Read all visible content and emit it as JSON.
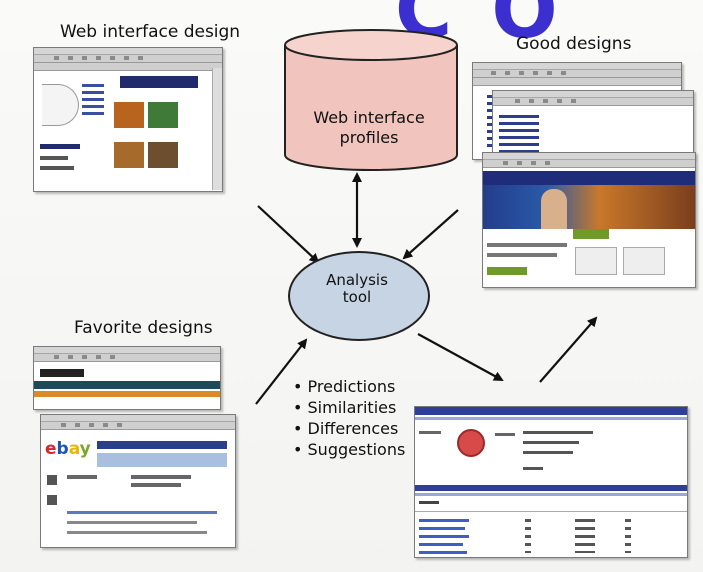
{
  "labels": {
    "web_interface_design": "Web interface design",
    "good_designs": "Good designs",
    "favorite_designs": "Favorite designs"
  },
  "profiles_db": {
    "line1": "Web interface",
    "line2": "profiles"
  },
  "analysis_tool": {
    "line1": "Analysis",
    "line2": "tool"
  },
  "outputs": [
    "• Predictions",
    "• Similarities",
    "• Differences",
    "• Suggestions"
  ],
  "colors": {
    "database_fill": "#f1c4bd",
    "analysis_fill": "#c6d4e3",
    "watermark": "#3b2fd0"
  }
}
